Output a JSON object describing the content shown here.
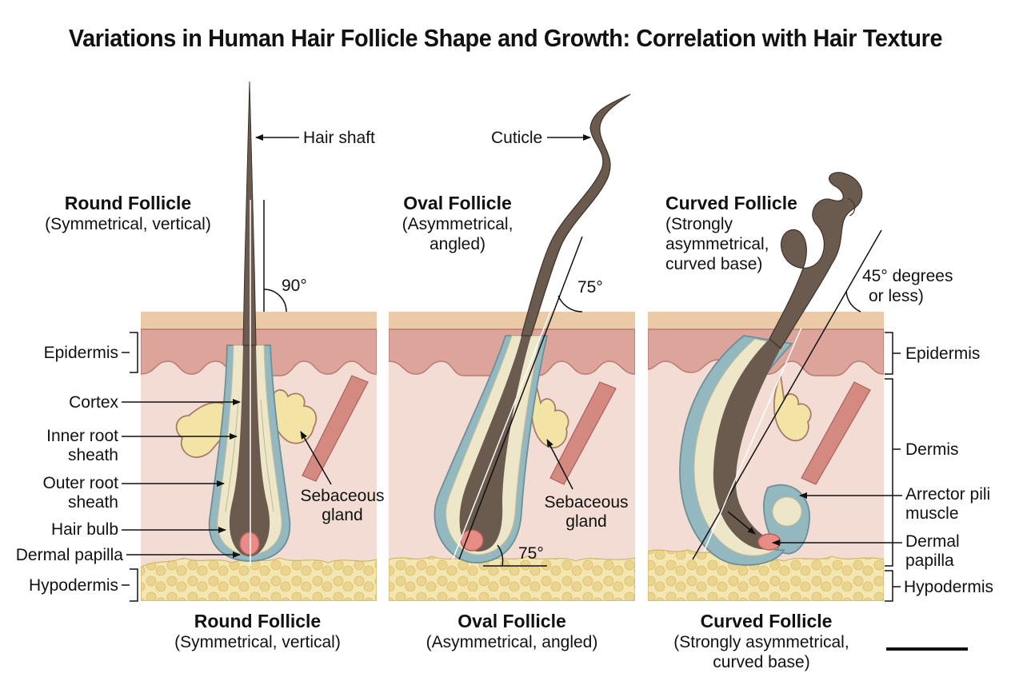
{
  "title": "Variations in Human Hair Follicle Shape and Growth: Correlation with Hair Texture",
  "panels": [
    {
      "heading": "Round Follicle",
      "sub": [
        "(Symmetrical, vertical)"
      ],
      "angle": "90°",
      "caption_title": "Round Follicle",
      "caption_sub": [
        "(Symmetrical, vertical)"
      ]
    },
    {
      "heading": "Oval Follicle",
      "sub": [
        "(Asymmetrical,",
        "angled)"
      ],
      "angle": "75°",
      "angle_bottom": "75°",
      "caption_title": "Oval Follicle",
      "caption_sub": [
        "(Asymmetrical, angled)"
      ]
    },
    {
      "heading": "Curved Follicle",
      "sub": [
        "(Strongly",
        "asymmetrical,",
        "curved base)"
      ],
      "angle": [
        "45° degrees",
        "or less)"
      ],
      "caption_title": "Curved Follicle",
      "caption_sub": [
        "(Strongly asymmetrical,",
        "curved base)"
      ]
    }
  ],
  "labels": {
    "hair_shaft": "Hair shaft",
    "cuticle": "Cuticle",
    "epidermis": "Epidermis",
    "cortex": "Cortex",
    "inner_root_sheath": [
      "Inner root",
      "sheath"
    ],
    "outer_root_sheath": [
      "Outer root",
      "sheath"
    ],
    "hair_bulb": "Hair bulb",
    "dermal_papilla_left": "Dermal papilla",
    "hypodermis": "Hypodermis",
    "sebaceous_gland": [
      "Sebaceous",
      "gland"
    ],
    "epidermis_right": "Epidermis",
    "dermis": "Dermis",
    "arrector_pili": [
      "Arrector pili",
      "muscle"
    ],
    "dermal_papilla_right": [
      "Dermal",
      "papilla"
    ],
    "hypodermis_right": "Hypodermis"
  },
  "colors": {
    "epidermis_top": "#e9c9a6",
    "epidermis": "#dca49a",
    "dermis": "#f3dcd3",
    "hypodermis": "#f2e2a4",
    "fat": "#ead28a",
    "hair": "#6b5a4e",
    "outer_sheath": "#93b8c0",
    "inner_sheath": "#eee6c8",
    "gland": "#f3e3a5",
    "muscle": "#d48a80",
    "papilla": "#e88c86"
  }
}
